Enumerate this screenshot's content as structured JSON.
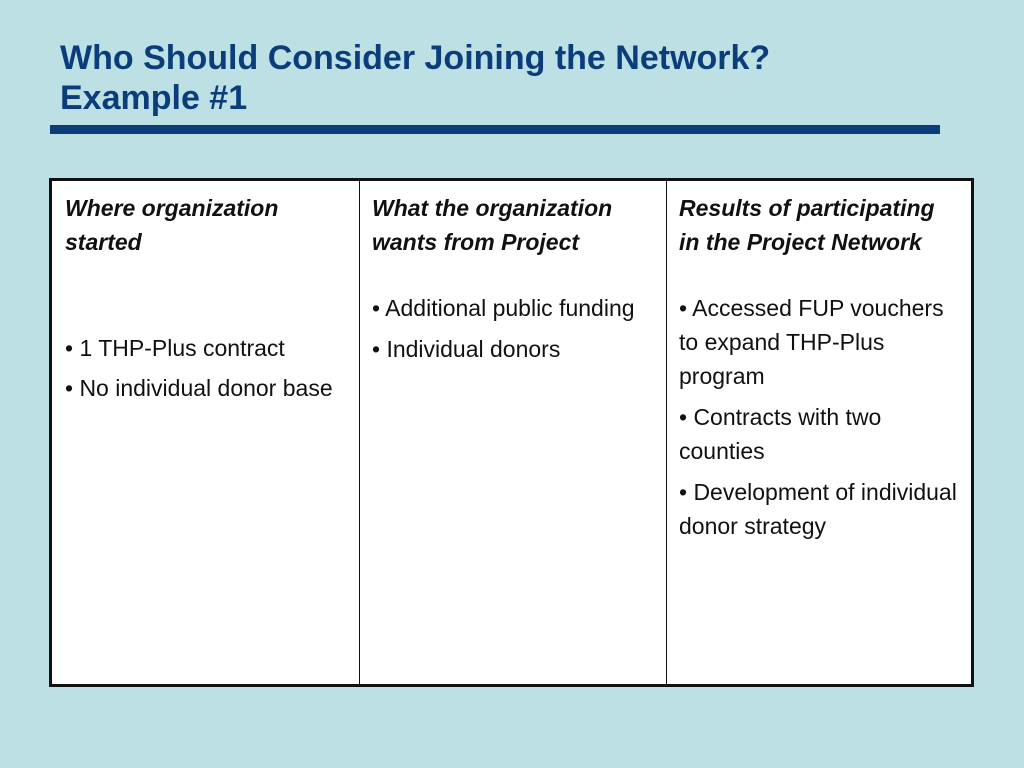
{
  "slide": {
    "title_line1": "Who Should Consider Joining the Network?",
    "title_line2": "Example #1",
    "accent_color": "#0b3d7a",
    "background_color": "#bde0e5"
  },
  "table": {
    "columns": [
      {
        "header": "Where organization started",
        "bullets": [
          "• 1 THP-Plus contract",
          "• No individual donor base"
        ]
      },
      {
        "header": "What the organization wants from Project",
        "bullets": [
          "• Additional public funding",
          "• Individual donors"
        ]
      },
      {
        "header": "Results of participating in the Project Network",
        "bullets": [
          "• Accessed FUP vouchers to expand THP-Plus program",
          "• Contracts with two counties",
          "• Development of individual donor strategy"
        ]
      }
    ]
  }
}
